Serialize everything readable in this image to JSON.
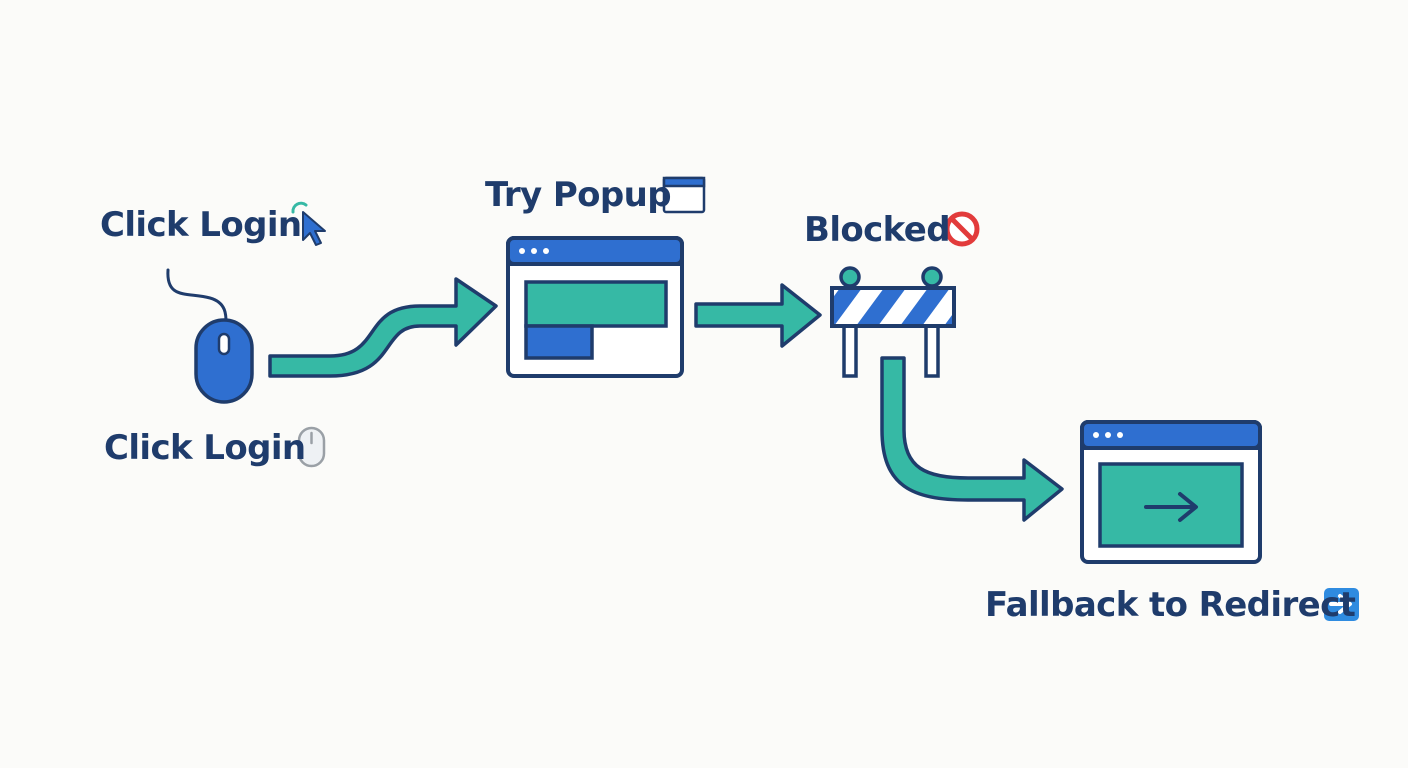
{
  "diagram": {
    "colors": {
      "navy": "#1f3c6c",
      "blue": "#2f6fd0",
      "teal": "#36b9a5",
      "red": "#e23b3b",
      "gray": "#9aa0a6",
      "background": "#fbfbf9"
    },
    "steps": [
      {
        "label": "Click Login",
        "icon": "cursor-icon"
      },
      {
        "label": "Click Login",
        "icon": "mouse-icon"
      },
      {
        "label": "Try Popup",
        "icon": "window-icon"
      },
      {
        "label": "Blocked",
        "icon": "no-entry-icon"
      },
      {
        "label": "Fallback to Redirect",
        "icon": "right-arrow-icon"
      }
    ]
  }
}
